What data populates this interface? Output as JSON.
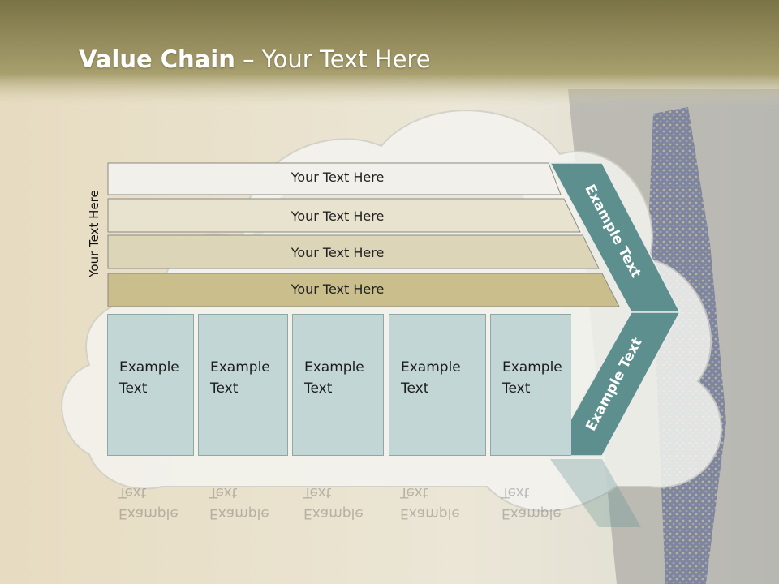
{
  "title": {
    "bold": "Value Chain",
    "rest": " – Your Text Here"
  },
  "side_label": "Your Text Here",
  "rows": [
    "Your Text Here",
    "Your Text Here",
    "Your Text Here",
    "Your Text Here"
  ],
  "cards": [
    "Example\nText",
    "Example\nText",
    "Example\nText",
    "Example\nText",
    "Example\nText"
  ],
  "chevron_upper": "Example Text",
  "chevron_lower": "Example Text",
  "colors": {
    "chevron": "#5e8f8f",
    "card": "#c2d6d6",
    "row1": "#f2f0ea",
    "row2": "#e8e3cf",
    "row3": "#dcd5b8",
    "row4": "#c9be8c"
  }
}
